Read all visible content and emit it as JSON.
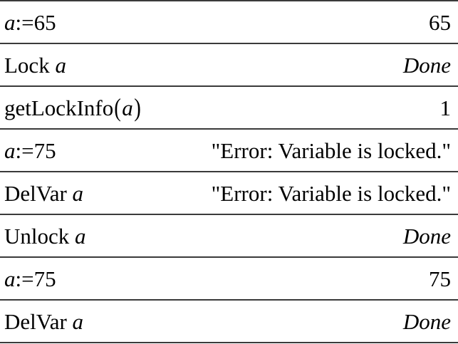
{
  "rows": [
    {
      "cmd": "",
      "var": "a",
      "op": ":=65",
      "result": "65",
      "result_italic": false
    },
    {
      "cmd": "Lock ",
      "var": "a",
      "op": "",
      "result": "Done",
      "result_italic": true
    },
    {
      "cmd": "getLockInfo",
      "var": "a",
      "op": "",
      "result": "1",
      "result_italic": false,
      "parenthesized": true
    },
    {
      "cmd": "",
      "var": "a",
      "op": ":=75",
      "result": "\"Error: Variable is locked.\"",
      "result_italic": false
    },
    {
      "cmd": "DelVar ",
      "var": "a",
      "op": "",
      "result": "\"Error: Variable is locked.\"",
      "result_italic": false
    },
    {
      "cmd": "Unlock ",
      "var": "a",
      "op": "",
      "result": "Done",
      "result_italic": true
    },
    {
      "cmd": "",
      "var": "a",
      "op": ":=75",
      "result": "75",
      "result_italic": false
    },
    {
      "cmd": "DelVar ",
      "var": "a",
      "op": "",
      "result": "Done",
      "result_italic": true
    }
  ]
}
